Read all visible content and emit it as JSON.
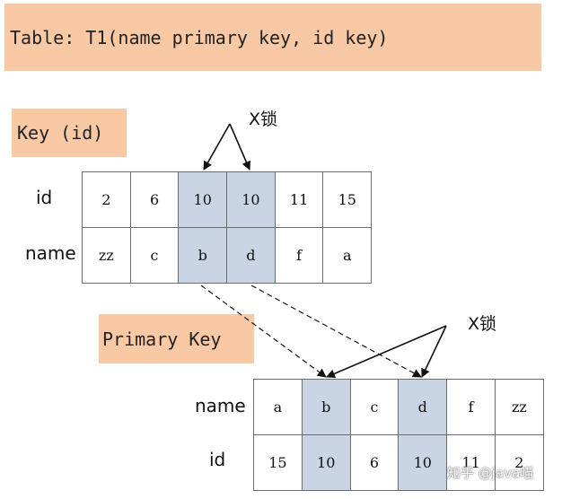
{
  "title": "Table: T1(name primary key, id key)",
  "key_label": "Key (id)",
  "primary_key_label": "Primary Key",
  "lock_label_top": "X锁",
  "lock_label_bottom": "X锁",
  "key_table": {
    "row_labels": [
      "id",
      "name"
    ],
    "ids": [
      "2",
      "6",
      "10",
      "10",
      "11",
      "15"
    ],
    "names": [
      "zz",
      "c",
      "b",
      "d",
      "f",
      "a"
    ],
    "highlighted_columns": [
      2,
      3
    ]
  },
  "pk_table": {
    "row_labels": [
      "name",
      "id"
    ],
    "names": [
      "a",
      "b",
      "c",
      "d",
      "f",
      "zz"
    ],
    "ids": [
      "15",
      "10",
      "6",
      "10",
      "11",
      "2"
    ],
    "highlighted_columns": [
      1,
      3
    ]
  },
  "watermark": "知乎 @java喵",
  "colors": {
    "label_box": "#f9c9a5",
    "highlight": "#c9d5e4",
    "border": "#6b6b6b"
  }
}
